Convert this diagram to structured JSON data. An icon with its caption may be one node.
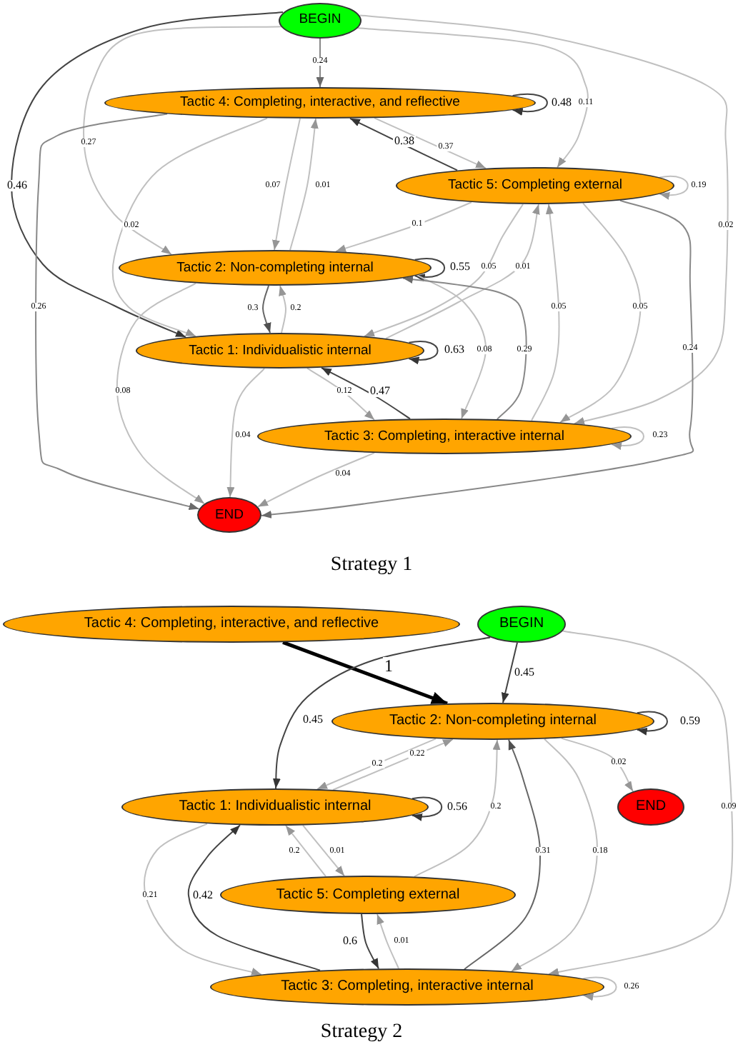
{
  "diagram": {
    "nodes": [
      {
        "text": [
          "BEGIN"
        ]
      },
      {
        "text": [
          "Tactic 4: Completing, interactive, and reflective"
        ]
      },
      {
        "text": [
          "Tactic 5: Completing external"
        ]
      },
      {
        "text": [
          "Tactic 2: Non-completing internal"
        ]
      },
      {
        "text": [
          "Tactic 1: Individualistic internal"
        ]
      },
      {
        "text": [
          "Tactic 3: Completing, interactive internal"
        ]
      },
      {
        "text": [
          "END"
        ]
      },
      {
        "text": [
          "Tactic 4: Completing, interactive, and reflective"
        ]
      },
      {
        "text": [
          "BEGIN"
        ]
      },
      {
        "text": [
          "Tactic 2: Non-completing internal"
        ]
      },
      {
        "text": [
          "Tactic 1: Individualistic internal"
        ]
      },
      {
        "text": [
          "END"
        ]
      },
      {
        "text": [
          "Tactic 5: Completing external"
        ]
      },
      {
        "text": [
          "Tactic 3: Completing, interactive internal"
        ]
      }
    ],
    "edges": [
      {
        "from": 0,
        "to": 1,
        "arrow": "to",
        "label": "0.24",
        "color": "#888888"
      },
      {
        "from": 1,
        "to": 1,
        "arrow": "to",
        "label": "0.48",
        "color": "#444444"
      },
      {
        "from": 0,
        "to": 2,
        "arrow": "to",
        "label": "0.11"
      },
      {
        "from": 0,
        "to": 3,
        "arrow": "to",
        "label": "0.27"
      },
      {
        "from": 0,
        "to": 4,
        "arrow": "to",
        "label": "0.46",
        "color": "#444444"
      },
      {
        "from": 0,
        "to": 5,
        "arrow": "to",
        "label": "0.02"
      },
      {
        "from": 1,
        "to": 6,
        "arrow": "to",
        "label": "0.26",
        "color": "#888888"
      },
      {
        "from": 1,
        "to": 4,
        "arrow": "to",
        "label": "0.02"
      },
      {
        "from": 2,
        "to": 1,
        "arrow": "to",
        "label": "0.38",
        "color": "#444444"
      },
      {
        "from": 1,
        "to": 2,
        "arrow": "to",
        "label": "0.37"
      },
      {
        "from": 1,
        "to": 3,
        "arrow": "to",
        "label": "0.07"
      },
      {
        "from": 3,
        "to": 1,
        "arrow": "to",
        "label": "0.01"
      },
      {
        "from": 2,
        "to": 2,
        "arrow": "to",
        "label": "0.19"
      },
      {
        "from": 2,
        "to": 3,
        "arrow": "to",
        "label": "0.1"
      },
      {
        "from": 3,
        "to": 3,
        "arrow": "to",
        "label": "0.55",
        "color": "#444444"
      },
      {
        "from": 3,
        "to": 4,
        "arrow": "to",
        "label": "0.3",
        "color": "#666666"
      },
      {
        "from": 4,
        "to": 3,
        "arrow": "to",
        "label": "0.2"
      },
      {
        "from": 2,
        "to": 4,
        "arrow": "to",
        "label": "0.05"
      },
      {
        "from": 4,
        "to": 2,
        "arrow": "to",
        "label": "0.01"
      },
      {
        "from": 5,
        "to": 2,
        "arrow": "to",
        "label": "0.05"
      },
      {
        "from": 2,
        "to": 5,
        "arrow": "to",
        "label": "0.05"
      },
      {
        "from": 4,
        "to": 4,
        "arrow": "to",
        "label": "0.63",
        "color": "#444444"
      },
      {
        "from": 3,
        "to": 5,
        "arrow": "to",
        "label": "0.08"
      },
      {
        "from": 5,
        "to": 3,
        "arrow": "to",
        "label": "0.29",
        "color": "#888888"
      },
      {
        "from": 2,
        "to": 6,
        "arrow": "to",
        "label": "0.24",
        "color": "#888888"
      },
      {
        "from": 4,
        "to": 5,
        "arrow": "to",
        "label": "0.12"
      },
      {
        "from": 5,
        "to": 4,
        "arrow": "to",
        "label": "0.47",
        "color": "#444444"
      },
      {
        "from": 3,
        "to": 6,
        "arrow": "to",
        "label": "0.08"
      },
      {
        "from": 4,
        "to": 6,
        "arrow": "to",
        "label": "0.04"
      },
      {
        "from": 5,
        "to": 6,
        "arrow": "to",
        "label": "0.04"
      },
      {
        "from": 5,
        "to": 5,
        "arrow": "to",
        "label": "0.23"
      },
      {
        "from": 7,
        "to": 9,
        "arrow": "to",
        "label": "1",
        "style": "thick",
        "color": "#000000"
      },
      {
        "from": 8,
        "to": 9,
        "arrow": "to",
        "label": "0.45",
        "color": "#444444"
      },
      {
        "from": 8,
        "to": 10,
        "arrow": "to",
        "label": "0.45",
        "color": "#444444"
      },
      {
        "from": 8,
        "to": 13,
        "arrow": "to",
        "label": "0.09"
      },
      {
        "from": 9,
        "to": 9,
        "arrow": "to",
        "label": "0.59",
        "color": "#444444"
      },
      {
        "from": 9,
        "to": 11,
        "arrow": "to",
        "label": "0.02"
      },
      {
        "from": 9,
        "to": 10,
        "arrow": "to",
        "label": "0.2"
      },
      {
        "from": 10,
        "to": 9,
        "arrow": "to",
        "label": "0.22"
      },
      {
        "from": 10,
        "to": 10,
        "arrow": "to",
        "label": "0.56",
        "color": "#444444"
      },
      {
        "from": 12,
        "to": 10,
        "arrow": "to",
        "label": "0.2"
      },
      {
        "from": 10,
        "to": 12,
        "arrow": "to",
        "label": "0.01"
      },
      {
        "from": 12,
        "to": 9,
        "arrow": "to",
        "label": "0.2"
      },
      {
        "from": 13,
        "to": 9,
        "arrow": "to",
        "label": "0.31",
        "color": "#666666"
      },
      {
        "from": 9,
        "to": 13,
        "arrow": "to",
        "label": "0.18"
      },
      {
        "from": 10,
        "to": 13,
        "arrow": "to",
        "label": "0.21"
      },
      {
        "from": 13,
        "to": 10,
        "arrow": "to",
        "label": "0.42",
        "color": "#444444"
      },
      {
        "from": 12,
        "to": 13,
        "arrow": "to",
        "label": "0.6",
        "color": "#444444"
      },
      {
        "from": 13,
        "to": 12,
        "arrow": "to",
        "label": "0.01"
      },
      {
        "from": 13,
        "to": 13,
        "arrow": "to",
        "label": "0.26"
      }
    ],
    "labels": [
      "Strategy 1",
      "Strategy 2"
    ]
  }
}
